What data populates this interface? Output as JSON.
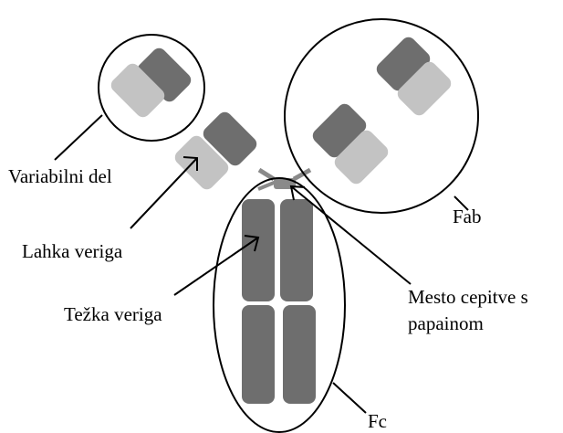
{
  "labels": {
    "variable_region": "Variabilni del",
    "light_chain": "Lahka veriga",
    "heavy_chain": "Težka veriga",
    "fab": "Fab",
    "fc": "Fc",
    "cleavage_site_line1": "Mesto cepitve s",
    "cleavage_site_line2": "papainom"
  },
  "colors": {
    "heavy_chain": "#6e6e6e",
    "light_chain": "#c3c3c3",
    "hinge": "#8a8a8a",
    "outline": "#000000",
    "background": "#ffffff"
  }
}
